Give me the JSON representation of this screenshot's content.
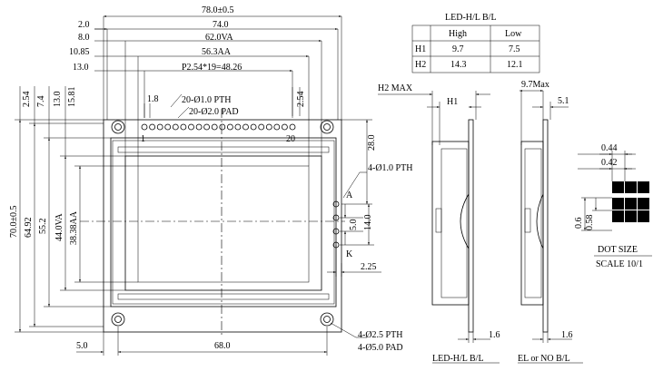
{
  "top_dims": {
    "overall_width": "78.0±0.5",
    "d2_0": "2.0",
    "d74_0": "74.0",
    "d8_0": "8.0",
    "d62_va": "62.0VA",
    "d10_85": "10.85",
    "d56_3aa": "56.3AA",
    "d13_0": "13.0",
    "pitch": "P2.54*19=48.26"
  },
  "left_dims": {
    "d2_54": "2.54",
    "d7_4": "7.4",
    "d13_0": "13.0",
    "d15_81": "15.81",
    "height": "70.0±0.5",
    "d64_92": "64.92",
    "d55_2": "55.2",
    "d44_va": "44.0VA",
    "d38_aa": "38.38AA"
  },
  "pin_labels": {
    "d1_8": "1.8",
    "pth": "20-Ø1.0 PTH",
    "pad": "20-Ø2.0 PAD",
    "pin1": "1",
    "pin20": "20",
    "d2_54_right": "2.54"
  },
  "right_dims": {
    "d28_0": "28.0",
    "pth4": "4-Ø1.0 PTH",
    "A": "A",
    "K": "K",
    "d5_0": "5.0",
    "d14_0": "14.0",
    "d2_25": "2.25"
  },
  "bottom_dims": {
    "d5_0": "5.0",
    "d68_0": "68.0",
    "pth_mount": "4-Ø2.5 PTH",
    "pad_mount": "4-Ø5.0 PAD"
  },
  "bl_table": {
    "title": "LED-H/L B/L",
    "headers": [
      "",
      "High",
      "Low"
    ],
    "rows": [
      [
        "H1",
        "9.7",
        "7.5"
      ],
      [
        "H2",
        "14.3",
        "12.1"
      ]
    ]
  },
  "side_view1": {
    "h2max": "H2 MAX",
    "h1": "H1",
    "d1_6": "1.6",
    "caption": "LED-H/L B/L"
  },
  "side_view2": {
    "d9_7max": "9.7Max",
    "d5_1": "5.1",
    "d1_6": "1.6",
    "caption": "EL or NO B/L"
  },
  "dot_size": {
    "d0_44": "0.44",
    "d0_42": "0.42",
    "d0_6": "0.6",
    "d0_58": "0.58",
    "caption": "DOT SIZE",
    "scale": "SCALE 10/1"
  }
}
